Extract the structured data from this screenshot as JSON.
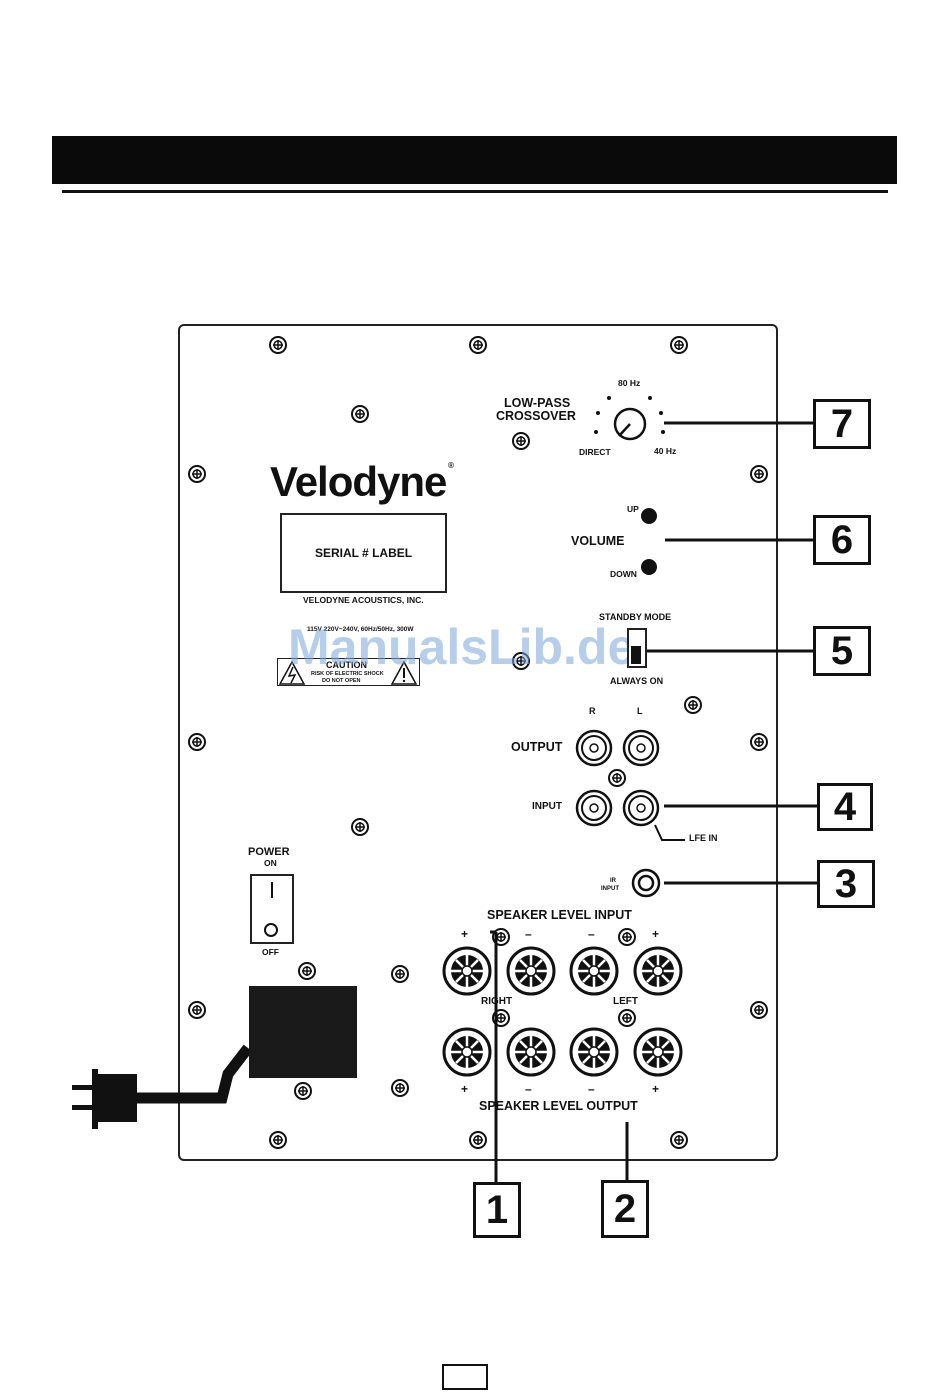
{
  "panel": {
    "brand": "Velodyne",
    "serial_label": "SERIAL # LABEL",
    "company": "VELODYNE ACOUSTICS, INC.",
    "rating_text": "115V 220V~240V, 60Hz/50Hz, 300W",
    "caution_title": "CAUTION",
    "caution_line1": "RISK OF ELECTRIC SHOCK",
    "caution_line2": "DO NOT OPEN",
    "crossover_label_1": "LOW-PASS",
    "crossover_label_2": "CROSSOVER",
    "crossover_80": "80 Hz",
    "crossover_direct": "DIRECT",
    "crossover_40": "40 Hz",
    "volume_label": "VOLUME",
    "volume_up": "UP",
    "volume_down": "DOWN",
    "standby_label": "STANDBY MODE",
    "always_on_label": "ALWAYS ON",
    "output_label": "OUTPUT",
    "input_label": "INPUT",
    "channel_r": "R",
    "channel_l": "L",
    "lfe_in": "LFE  IN",
    "ir_input_1": "IR",
    "ir_input_2": "INPUT",
    "power_label": "POWER",
    "power_on": "ON",
    "power_off": "OFF",
    "speaker_in": "SPEAKER LEVEL INPUT",
    "speaker_out": "SPEAKER LEVEL OUTPUT",
    "right": "RIGHT",
    "left": "LEFT",
    "plus": "+",
    "minus": "–"
  },
  "watermark": "ManualsLib.de",
  "callouts": [
    "1",
    "2",
    "3",
    "4",
    "5",
    "6",
    "7"
  ]
}
